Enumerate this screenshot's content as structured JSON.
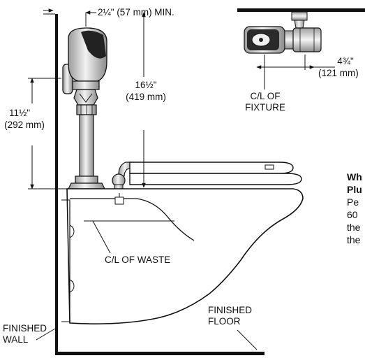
{
  "dimensions": {
    "min_clearance": "2¼\" (57 mm) MIN.",
    "flush_height_imperial": "16½\"",
    "flush_height_metric": "(419 mm)",
    "supply_height_imperial": "11½\"",
    "supply_height_metric": "(292 mm)",
    "offset_imperial": "4¾\"",
    "offset_metric": "(121 mm)"
  },
  "labels": {
    "cl_fixture_line1": "C/L OF",
    "cl_fixture_line2": "FIXTURE",
    "cl_waste": "C/L OF WASTE",
    "finished_wall_line1": "FINISHED",
    "finished_wall_line2": "WALL",
    "finished_floor_line1": "FINISHED",
    "finished_floor_line2": "FLOOR"
  },
  "side_note": {
    "heading_line1": "Wh",
    "heading_line2": "Plu",
    "body_lines": [
      "Pe",
      "60",
      "the",
      "the"
    ]
  },
  "colors": {
    "line": "#111111",
    "fixture_fill": "#d8d8d8",
    "sensor_window": "#222222"
  }
}
